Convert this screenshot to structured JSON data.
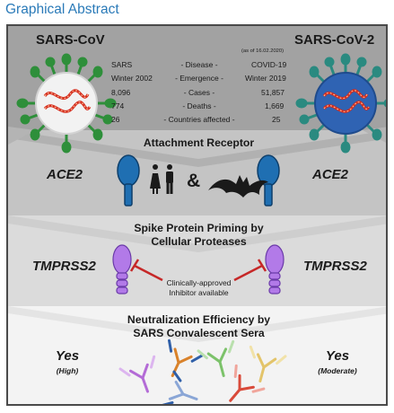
{
  "header_title": "Graphical Abstract",
  "virus_left_label": "SARS-CoV",
  "virus_right_label": "SARS-CoV-2",
  "date_note": "(as of 16.02.2020)",
  "stats": [
    {
      "left": "SARS",
      "label": "- Disease -",
      "right": "COVID-19"
    },
    {
      "left": "Winter 2002",
      "label": "- Emergence -",
      "right": "Winter 2019"
    },
    {
      "left": "8,096",
      "label": "- Cases -",
      "right": "51,857"
    },
    {
      "left": "774",
      "label": "- Deaths -",
      "right": "1,669"
    },
    {
      "left": "26",
      "label": "- Countries affected -",
      "right": "25"
    }
  ],
  "receptor_title": "Attachment Receptor",
  "receptor_left": "ACE2",
  "receptor_right": "ACE2",
  "ampersand": "&",
  "priming_title_line1": "Spike Protein Priming by",
  "priming_title_line2": "Cellular Proteases",
  "protease_left": "TMPRSS2",
  "protease_right": "TMPRSS2",
  "inhibitor_line1": "Clinically-approved",
  "inhibitor_line2": "Inhibitor available",
  "neutral_title_line1": "Neutralization Efficiency by",
  "neutral_title_line2": "SARS Convalescent Sera",
  "result_left": "Yes",
  "result_left_sub": "(High)",
  "result_right": "Yes",
  "result_right_sub": "(Moderate)",
  "colors": {
    "header": "#2a7ab8",
    "virus_left_body": "#f2f2f2",
    "virus_left_spike": "#2e8f3a",
    "virus_right_body": "#2f63b3",
    "virus_right_spike": "#2a8a80",
    "rna": "#d62c1d",
    "receptor": "#1f6fb2",
    "protease": "#b27ae8",
    "inhibitor": "#c62828"
  },
  "icons": [
    "virus-icon",
    "people-icon",
    "bat-icon",
    "receptor-icon",
    "protease-icon",
    "inhibitor-icon",
    "antibody-icon",
    "chevron-arrow-icon"
  ]
}
